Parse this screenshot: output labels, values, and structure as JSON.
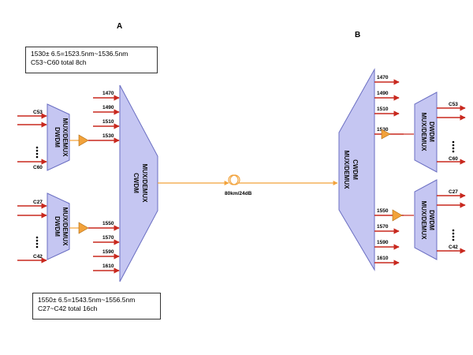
{
  "labels": {
    "a": "A",
    "b": "B"
  },
  "note_top": {
    "line1": "1530± 6.5=1523.5nm~1536.5nm",
    "line2": "C53~C60 total 8ch"
  },
  "note_bottom": {
    "line1": "1550± 6.5=1543.5nm~1556.5nm",
    "line2": "C27~C42 total 16ch"
  },
  "cwdm_label": "CWDM MUX/DEMUX",
  "dwdm_label": "DWDM MUX/DEMUX",
  "fiber_label": "80km/24dB",
  "side_a": {
    "dwdm_top": {
      "first": "C53",
      "last": "C60"
    },
    "dwdm_bottom": {
      "first": "C27",
      "last": "C42"
    },
    "cwdm_ports": [
      "1470",
      "1490",
      "1510",
      "1530",
      "1550",
      "1570",
      "1590",
      "1610"
    ]
  },
  "side_b": {
    "dwdm_top": {
      "first": "C53",
      "last": "C60"
    },
    "dwdm_bottom": {
      "first": "C27",
      "last": "C42"
    },
    "cwdm_ports": [
      "1470",
      "1490",
      "1510",
      "1530",
      "1550",
      "1570",
      "1590",
      "1610"
    ]
  },
  "colors": {
    "module_fill": "#c5c6f2",
    "module_stroke": "#6a6ec2",
    "arrow": "#c8281e",
    "fiber": "#f2a23a",
    "amplifier": "#f2a23a"
  }
}
